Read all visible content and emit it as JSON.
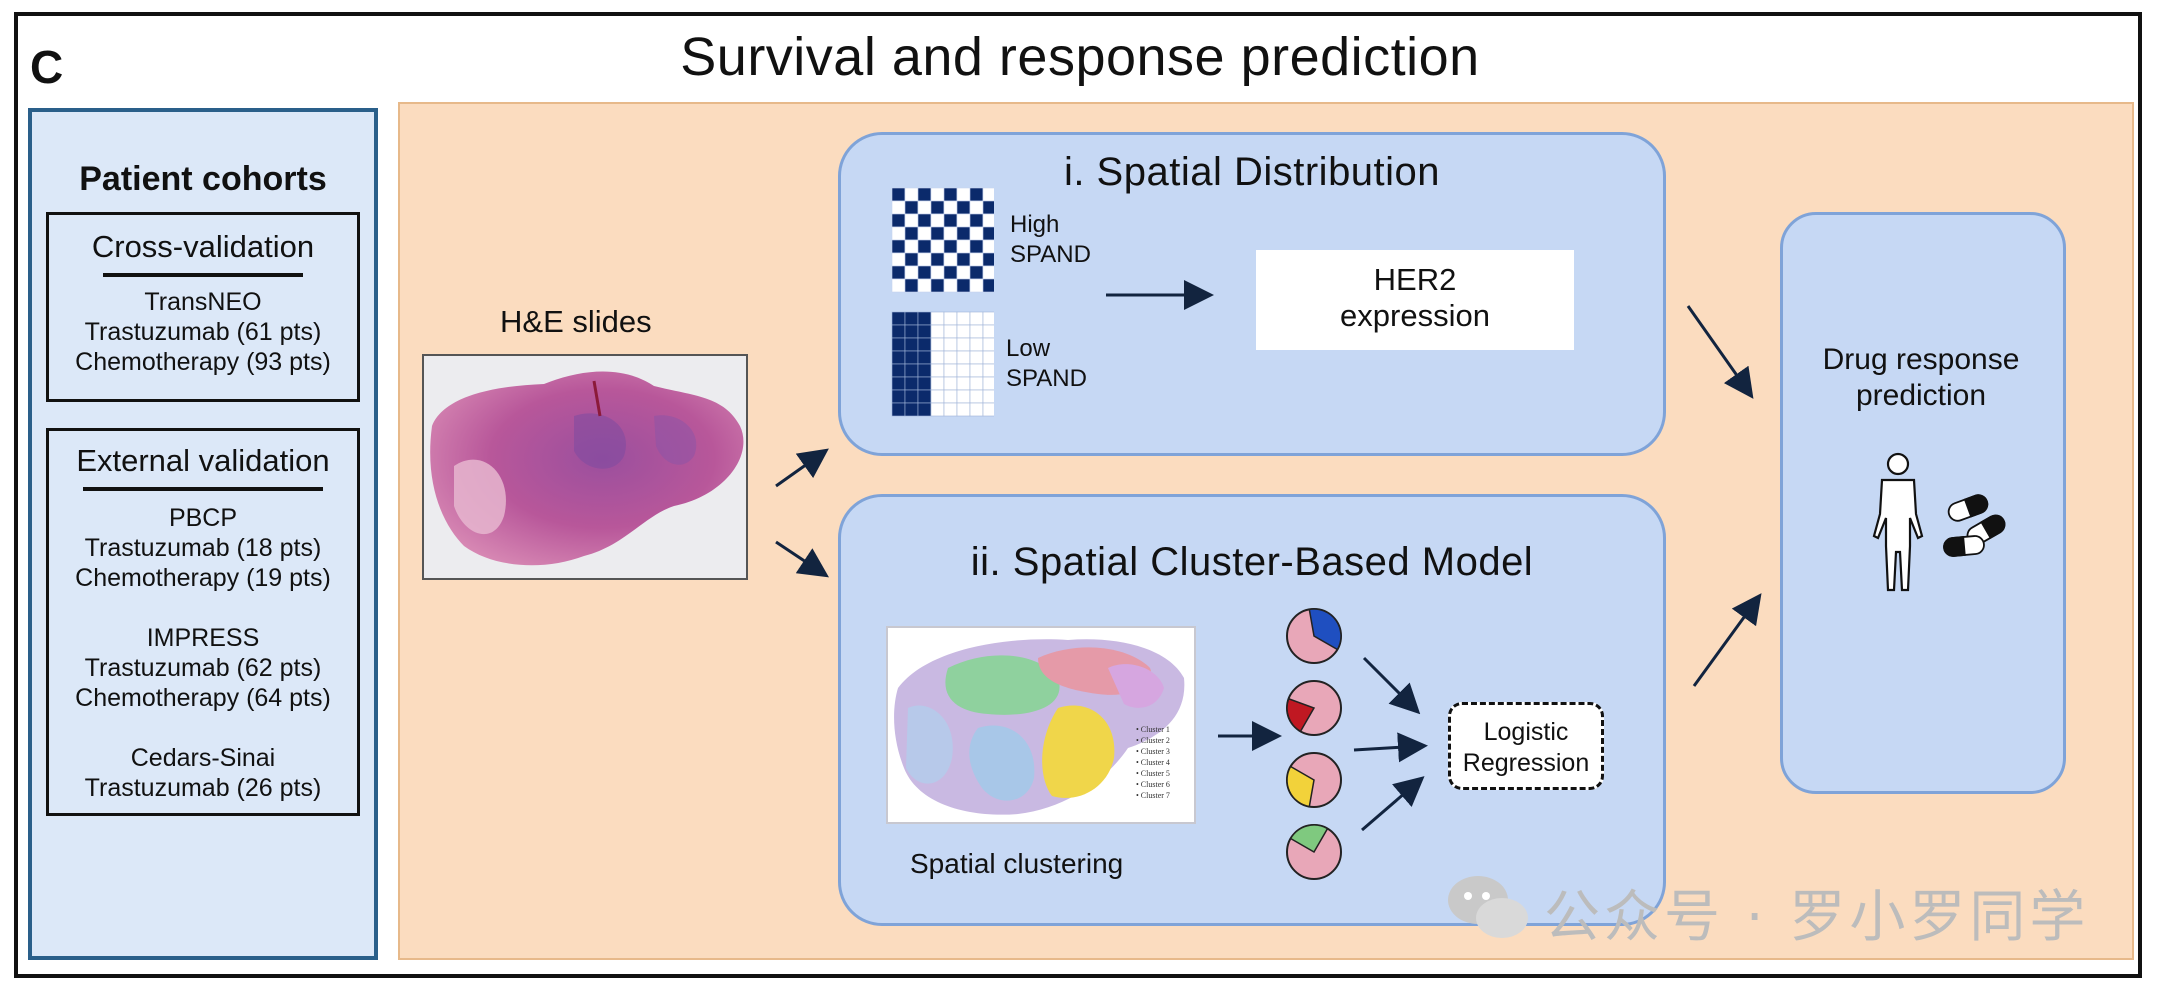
{
  "panel_letter": "C",
  "title": "Survival and response prediction",
  "cohorts": {
    "title": "Patient cohorts",
    "cross_validation": {
      "heading": "Cross-validation",
      "lines": [
        "TransNEO",
        "Trastuzumab (61 pts)",
        "Chemotherapy (93 pts)"
      ]
    },
    "external_validation": {
      "heading": "External validation",
      "groups": [
        {
          "lines": [
            "PBCP",
            "Trastuzumab (18 pts)",
            "Chemotherapy (19 pts)"
          ]
        },
        {
          "lines": [
            "IMPRESS",
            "Trastuzumab (62 pts)",
            "Chemotherapy (64 pts)"
          ]
        },
        {
          "lines": [
            "Cedars-Sinai",
            "Trastuzumab (26 pts)"
          ]
        }
      ]
    }
  },
  "he_slides": {
    "label": "H&E slides"
  },
  "spatial_distribution": {
    "title": "i. Spatial Distribution",
    "high_label": [
      "High",
      "SPAND"
    ],
    "low_label": [
      "Low",
      "SPAND"
    ],
    "output_box": [
      "HER2",
      "expression"
    ]
  },
  "cluster_model": {
    "title": "ii. Spatial Cluster-Based Model",
    "clustering_label": "Spatial clustering",
    "legend": [
      "Cluster 1",
      "Cluster 2",
      "Cluster 3",
      "Cluster 4",
      "Cluster 5",
      "Cluster 6",
      "Cluster 7"
    ],
    "model_box": [
      "Logistic",
      "Regression"
    ]
  },
  "drug_response": {
    "title": [
      "Drug response",
      "prediction"
    ]
  },
  "watermark": {
    "text": "公众号 · 罗小罗同学"
  },
  "colors": {
    "frame": "#111111",
    "cohort_bg": "#dce8f8",
    "cohort_border": "#2a5f8a",
    "workspace_bg": "#fbdcbf",
    "panel_bg": "#c6d8f4",
    "panel_border": "#7fa3d8",
    "navy": "#0b2a6b",
    "pie_pink": "#e8a7b8",
    "pie_blue": "#1f4fc0",
    "pie_red": "#c01822",
    "pie_yellow": "#f2d23a",
    "pie_green": "#7fc97f"
  },
  "icons": [
    "checkerboard-high-spand",
    "bar-grid-low-spand",
    "human-figure-icon",
    "pill-capsule-icon",
    "wechat-icon"
  ]
}
